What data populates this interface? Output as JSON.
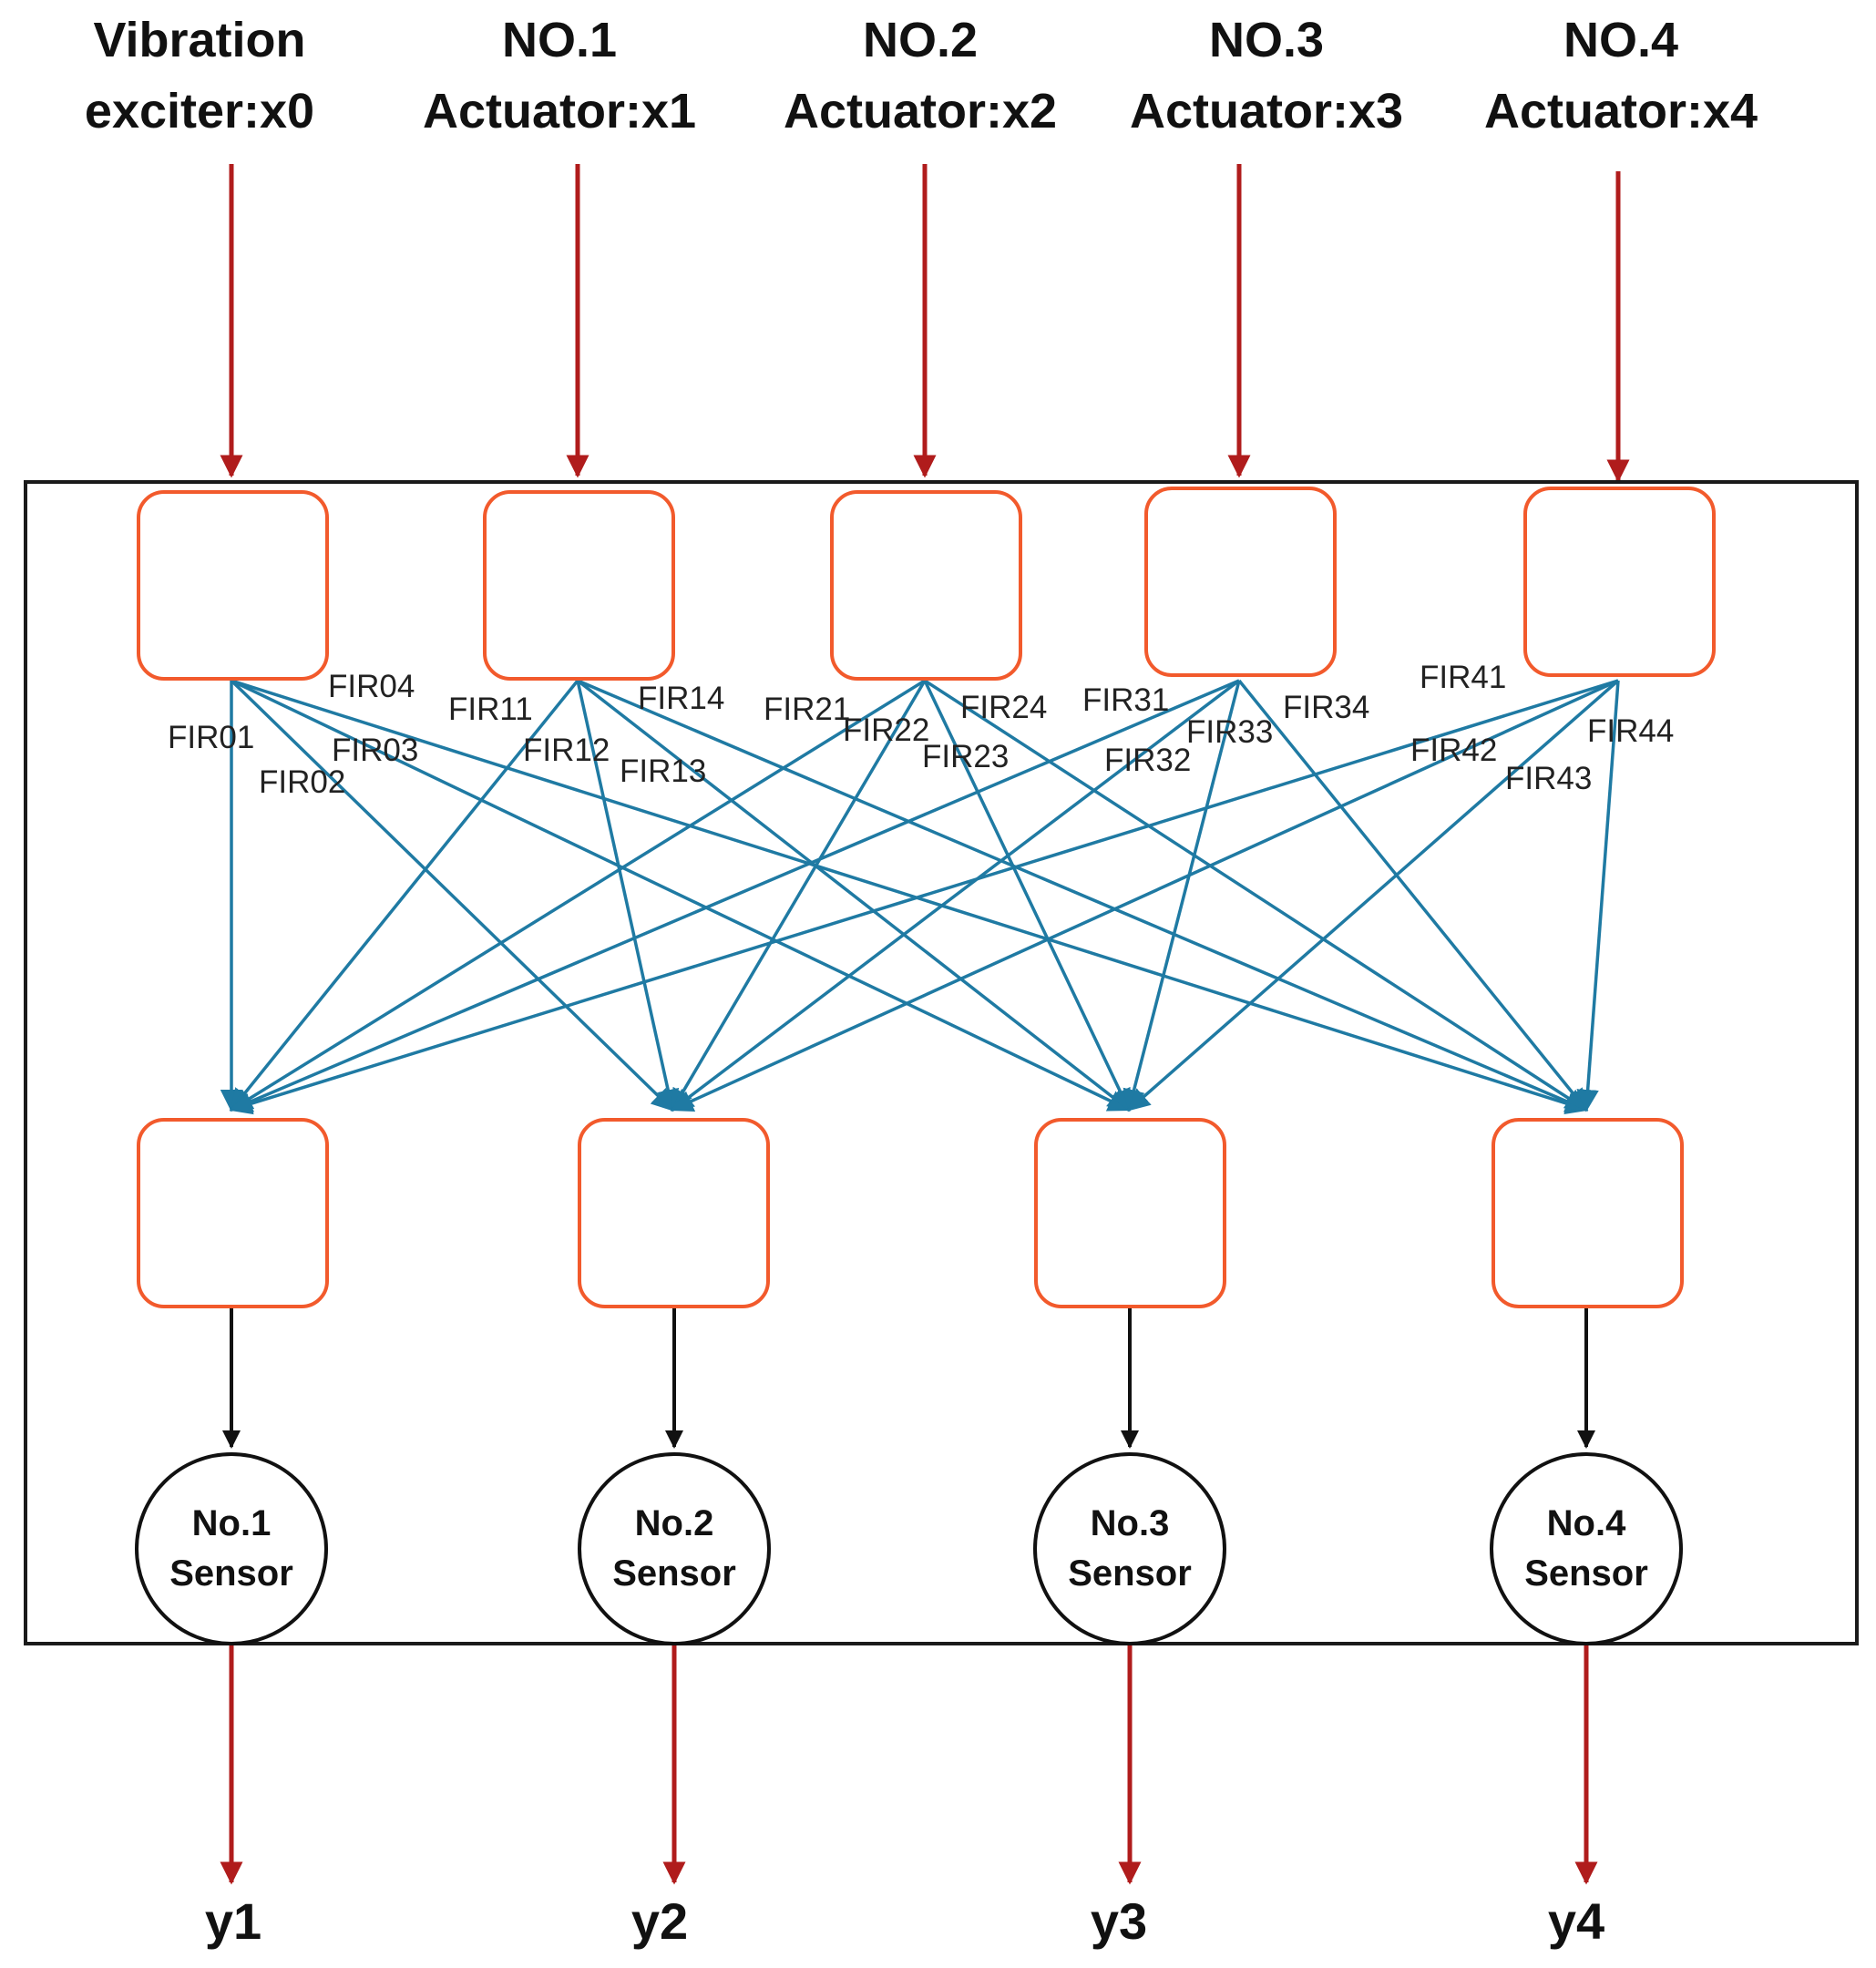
{
  "colors": {
    "input_arrow": "#b01c1c",
    "fir_edge": "#1f7aa3",
    "node_border": "#f25a2c",
    "frame": "#1a1a1a",
    "sensor_arrow": "#111111"
  },
  "inputs": [
    {
      "line1": "Vibration",
      "line2": "exciter:x0"
    },
    {
      "line1": "NO.1",
      "line2": "Actuator:x1"
    },
    {
      "line1": "NO.2",
      "line2": "Actuator:x2"
    },
    {
      "line1": "NO.3",
      "line2": "Actuator:x3"
    },
    {
      "line1": "NO.4",
      "line2": "Actuator:x4"
    }
  ],
  "fir_labels": [
    [
      "FIR01",
      "FIR02",
      "FIR03",
      "FIR04"
    ],
    [
      "FIR11",
      "FIR12",
      "FIR13",
      "FIR14"
    ],
    [
      "FIR21",
      "FIR22",
      "FIR23",
      "FIR24"
    ],
    [
      "FIR31",
      "FIR32",
      "FIR33",
      "FIR34"
    ],
    [
      "FIR41",
      "FIR42",
      "FIR43",
      "FIR44"
    ]
  ],
  "sensors": [
    {
      "line1": "No.1",
      "line2": "Sensor"
    },
    {
      "line1": "No.2",
      "line2": "Sensor"
    },
    {
      "line1": "No.3",
      "line2": "Sensor"
    },
    {
      "line1": "No.4",
      "line2": "Sensor"
    }
  ],
  "outputs": [
    "y1",
    "y2",
    "y3",
    "y4"
  ]
}
